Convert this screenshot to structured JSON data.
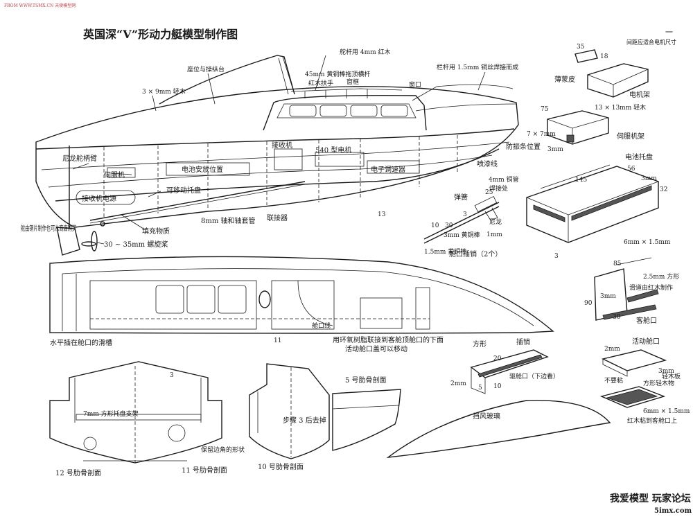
{
  "header": {
    "source": "FROM WWW.TSMX.CN 天使模型网",
    "title": "英国深“V”形动力艇模型制作图",
    "page_number": "一"
  },
  "side_view": {
    "labels": {
      "tiller_rod": "舵杆用 4mm 红木",
      "seat_console": "座位与操纵台",
      "brass_rod": "45mm 黄铜棒拖顶横杆",
      "red_wood_handrail": "红木扶手",
      "window_frame": "窗框",
      "railing": "栏杆用 1.5mm 铜丝焊接而成",
      "window": "窗口",
      "balsa_strip": "3 × 9mm 轻木",
      "rudder_arm": "尼龙舵柄臂",
      "servo": "伺服机",
      "battery_pos": "电池安放位置",
      "receiver": "接收机",
      "motor": "540 型电机",
      "esc": "电子调速器",
      "spray_line": "喷漆线",
      "movable_tray": "可移动托盘",
      "rx_battery": "接收机电源",
      "rudder_note": "舵由铜片制作也可从商店购买",
      "filler": "填充物质",
      "propeller": "30 ~ 35mm 螺旋桨",
      "shaft": "8mm 轴和轴套管",
      "coupler": "联接器",
      "station_mark": "13"
    }
  },
  "motor_mount": {
    "labels": {
      "spacing_note": "间距应适合电机尺寸",
      "balsa_skin": "薄蒙皮",
      "mount": "电机架",
      "dim_13": "13 × 13mm 轻木",
      "servo_mount": "伺服机架",
      "dim_7": "7 × 7mm",
      "vibration": "防振条位置",
      "dim_3mm": "3mm",
      "dim_35": "35",
      "dim_18": "18",
      "dim_75": "75"
    }
  },
  "battery_tray": {
    "labels": {
      "title": "电池托盘",
      "dim_145": "145",
      "dim_56": "56",
      "dim_3mm": "3mm",
      "dim_3": "3",
      "dim_32": "32"
    }
  },
  "pin_detail": {
    "labels": {
      "copper_tube": "4mm 铜管",
      "weld": "焊接处",
      "spring": "弹簧",
      "nylon": "尼龙",
      "brass_rod": "3mm 黄铜棒",
      "one_mm": "1mm",
      "brass_15": "1.5mm 黄铜棒",
      "caption": "舱口插销（2个）",
      "dim_25": "25",
      "dim_10": "10",
      "dim_30": "30",
      "dim_3": "3"
    }
  },
  "top_view": {
    "labels": {
      "hatch_line": "舱口线",
      "slide_rail": "水平插在舱口的滑槽",
      "epoxy_note": "用环氧树脂联接到客舱顶舱口的下面",
      "movable_note": "活动舱口盖可以移动",
      "station_11": "11"
    }
  },
  "hatch_guide": {
    "labels": {
      "strip": "6mm × 1.5mm",
      "square": "2.5mm 方形",
      "guide": "滑道由红木制作",
      "hatch": "客舱口",
      "dim_85": "85",
      "dim_3mm": "3mm",
      "dim_90": "90",
      "dim_30": "30"
    }
  },
  "lower_details": {
    "labels": {
      "square": "方形",
      "latch": "插销",
      "dim_2mm": "2mm",
      "hatch_lower": "驱舱口（下边看）",
      "dim_5": "5",
      "dim_10": "10",
      "dim_20": "20",
      "rib5": "5 号肋骨剖面",
      "step": "步骤 3 后去掉",
      "windshield": "挡风玻璃",
      "rib12": "12 号肋骨剖面",
      "rib11": "11 号肋骨剖面",
      "rib10": "10 号肋骨剖面",
      "tray_support": "7mm 方形托盘支架",
      "keep_corner": "保留边角的形状",
      "dim_3": "3"
    }
  },
  "movable_hatch": {
    "labels": {
      "title": "活动舱口",
      "dim_2mm": "2mm",
      "dim_3mm": "3mm",
      "balsa": "轻木板",
      "no_glue": "不要粘",
      "square_balsa": "方形轻木物",
      "strip": "6mm × 1.5mm",
      "red_wood": "红木粘到客舱口上"
    }
  },
  "watermark": {
    "main": "我爱模型 玩家论坛",
    "site": "5imx.com"
  }
}
